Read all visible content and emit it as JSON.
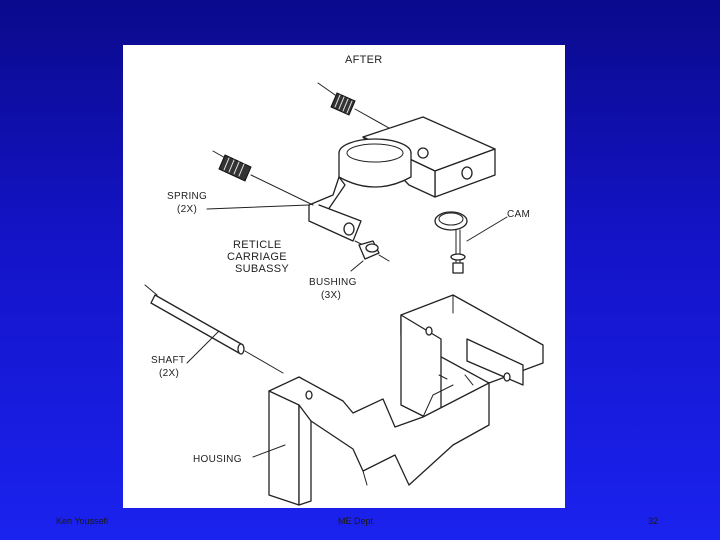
{
  "diagram": {
    "labels": {
      "title": "AFTER",
      "spring": "SPRING",
      "spring_qty": "(2X)",
      "reticle_1": "RETICLE",
      "reticle_2": "CARRIAGE",
      "reticle_3": "SUBASSY",
      "cam": "CAM",
      "bushing": "BUSHING",
      "bushing_qty": "(3X)",
      "shaft": "SHAFT",
      "shaft_qty": "(2X)",
      "housing": "HOUSING"
    }
  },
  "footer": {
    "author": "Ken Youssefi",
    "course": "ME Dept",
    "page": "32"
  }
}
